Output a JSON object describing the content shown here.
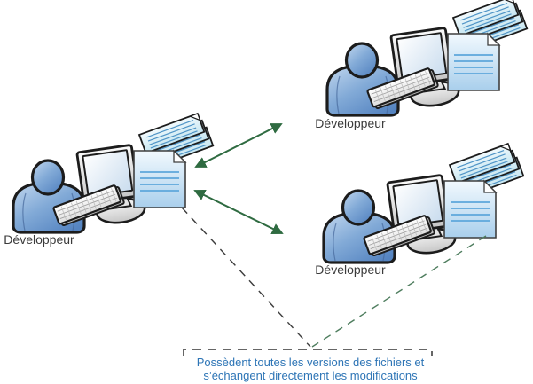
{
  "diagram": {
    "type": "distributed-version-control-diagram",
    "developers": [
      {
        "label": "Développeur",
        "position": "left"
      },
      {
        "label": "Développeur",
        "position": "top-right"
      },
      {
        "label": "Développeur",
        "position": "bottom-right"
      }
    ],
    "note": {
      "line1": "Possèdent toutes les versions des fichiers et",
      "line2": "s’échangent directement les modifications"
    },
    "icons": [
      "person-icon",
      "monitor-icon",
      "keyboard-icon",
      "document-icon",
      "paper-stack-icon"
    ],
    "connections": {
      "sync_arrows": 2,
      "sync_arrow_style": "double-headed",
      "dashed_connectors": 2
    },
    "colors": {
      "arrow_green": "#2f6b41",
      "dashed_black": "#3c3c3c",
      "dashed_green": "#4e7d5e",
      "note_text_blue": "#2e75b6",
      "label_text": "#3b3b3b",
      "person_blue": "#6b9bd2",
      "document_blue": "#bcd9f0",
      "paper_cyan": "#d9f0f8"
    }
  }
}
